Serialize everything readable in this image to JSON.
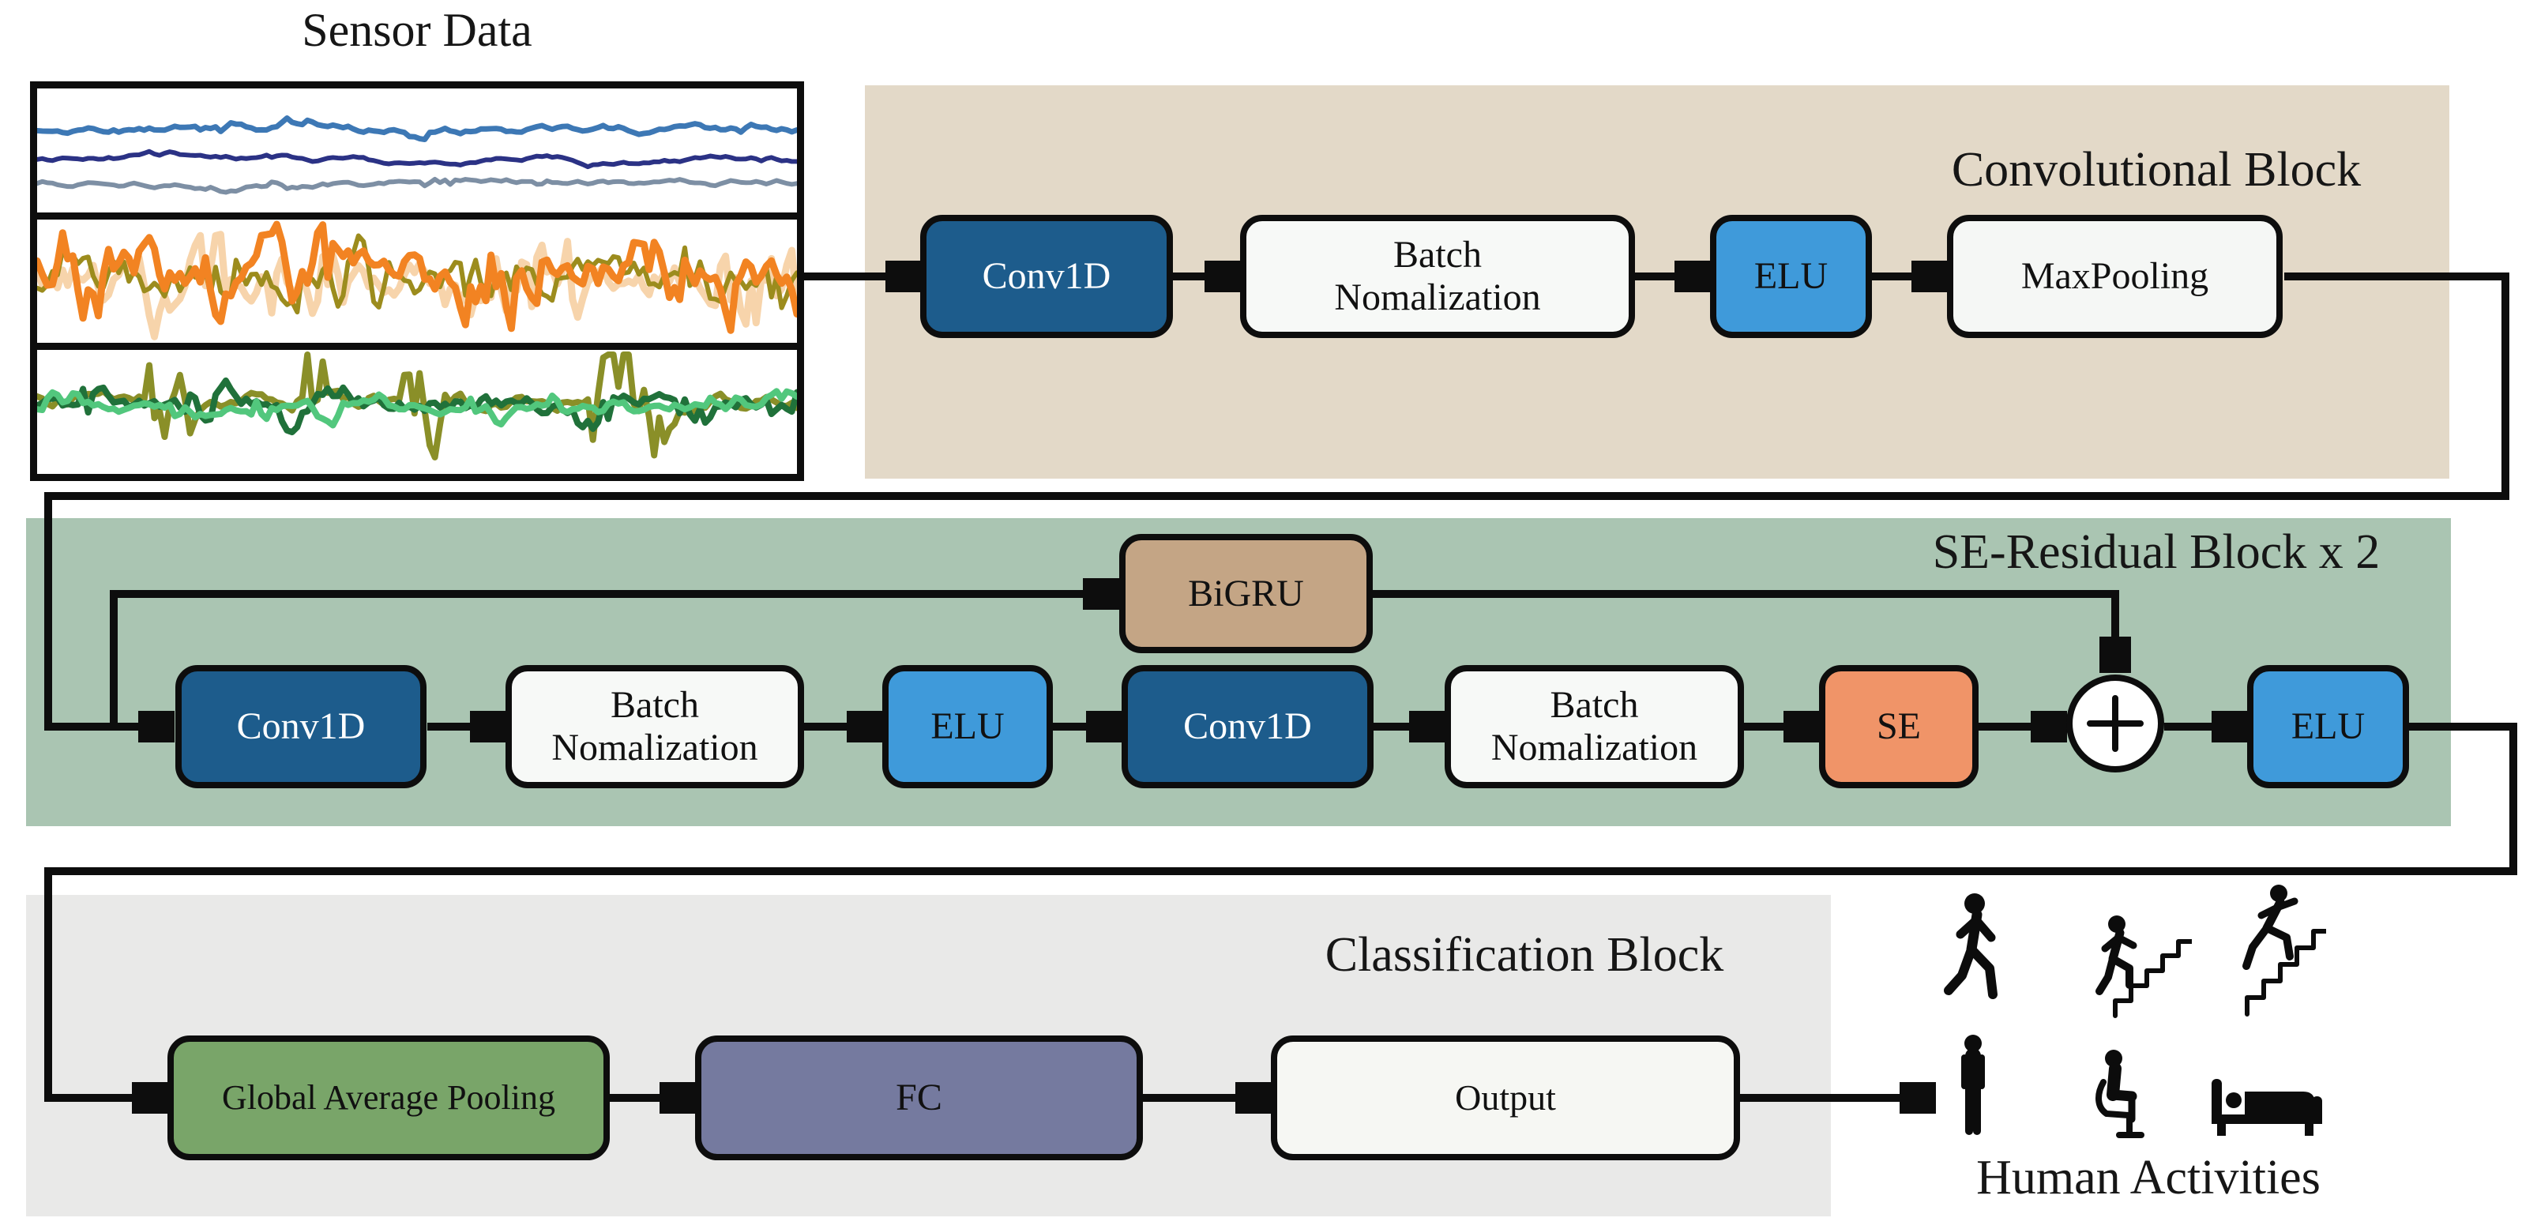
{
  "palette": {
    "conv_block_bg": "#e3d9c8",
    "se_block_bg": "#aac5b2",
    "class_block_bg": "#e9e9e8",
    "conv1d_fill": "#1d5c8c",
    "elu_fill": "#3f9ada",
    "se_fill": "#f09468",
    "bigru_fill": "#c4a585",
    "gap_fill": "#79a569",
    "fc_fill": "#757a9f",
    "white_box_fill": "#f7f9f7",
    "line_color": "#0d0d0d"
  },
  "sensor": {
    "title": "Sensor Data",
    "panels": [
      {
        "name": "body-acceleration-signals",
        "series": [
          {
            "color": "#3d78b5",
            "width": 7,
            "base": 0.34,
            "noise": 0.38,
            "burstAmp": 1.0,
            "burstP": 0.06,
            "smooth": 0.9,
            "seed": 11
          },
          {
            "color": "#2b3285",
            "width": 6,
            "base": 0.58,
            "noise": 0.26,
            "burstAmp": 0.45,
            "burstP": 0.05,
            "smooth": 0.9,
            "seed": 22
          },
          {
            "color": "#7d8fa4",
            "width": 6,
            "base": 0.76,
            "noise": 0.3,
            "burstAmp": 0.7,
            "burstP": 0.05,
            "smooth": 0.9,
            "seed": 33
          }
        ]
      },
      {
        "name": "gyroscope-signals",
        "series": [
          {
            "color": "#f7d4ab",
            "width": 9,
            "base": 0.5,
            "noise": 0.55,
            "burstAmp": 1.5,
            "burstP": 0.08,
            "smooth": 0.55,
            "seed": 44
          },
          {
            "color": "#9c8c1d",
            "width": 6,
            "base": 0.47,
            "noise": 0.5,
            "burstAmp": 1.1,
            "burstP": 0.08,
            "smooth": 0.55,
            "seed": 55
          },
          {
            "color": "#f28322",
            "width": 9,
            "base": 0.45,
            "noise": 0.52,
            "burstAmp": 1.3,
            "burstP": 0.08,
            "smooth": 0.55,
            "seed": 66
          }
        ]
      },
      {
        "name": "total-acceleration-signals",
        "series": [
          {
            "color": "#8a8f28",
            "width": 8,
            "base": 0.42,
            "noise": 0.24,
            "burstAmp": 1.9,
            "burstP": 0.05,
            "smooth": 0.6,
            "seed": 77
          },
          {
            "color": "#20713a",
            "width": 8,
            "base": 0.43,
            "noise": 0.28,
            "burstAmp": 0.8,
            "burstP": 0.07,
            "smooth": 0.62,
            "seed": 88
          },
          {
            "color": "#52c77d",
            "width": 8,
            "base": 0.46,
            "noise": 0.2,
            "burstAmp": 0.55,
            "burstP": 0.06,
            "smooth": 0.68,
            "seed": 99
          }
        ]
      }
    ]
  },
  "conv_block": {
    "title": "Convolutional Block",
    "boxes": {
      "conv1d": {
        "label": "Conv1D"
      },
      "bn": {
        "label": "Batch Nomalization"
      },
      "elu": {
        "label": "ELU"
      },
      "maxpool": {
        "label": "MaxPooling"
      }
    }
  },
  "se_block": {
    "title": "SE-Residual Block x 2",
    "boxes": {
      "bigru": {
        "label": "BiGRU"
      },
      "conv1d_1": {
        "label": "Conv1D"
      },
      "bn_1": {
        "label": "Batch Nomalization"
      },
      "elu_1": {
        "label": "ELU"
      },
      "conv1d_2": {
        "label": "Conv1D"
      },
      "bn_2": {
        "label": "Batch Nomalization"
      },
      "se": {
        "label": "SE"
      },
      "add": {
        "label": "+"
      },
      "elu_2": {
        "label": "ELU"
      }
    }
  },
  "class_block": {
    "title": "Classification Block",
    "boxes": {
      "gap": {
        "label": "Global Average Pooling"
      },
      "fc": {
        "label": "FC"
      },
      "output": {
        "label": "Output"
      }
    }
  },
  "activities": {
    "caption": "Human Activities",
    "icons": [
      "walking",
      "walking-upstairs",
      "running-upstairs",
      "standing",
      "sitting",
      "lying-in-bed"
    ]
  }
}
